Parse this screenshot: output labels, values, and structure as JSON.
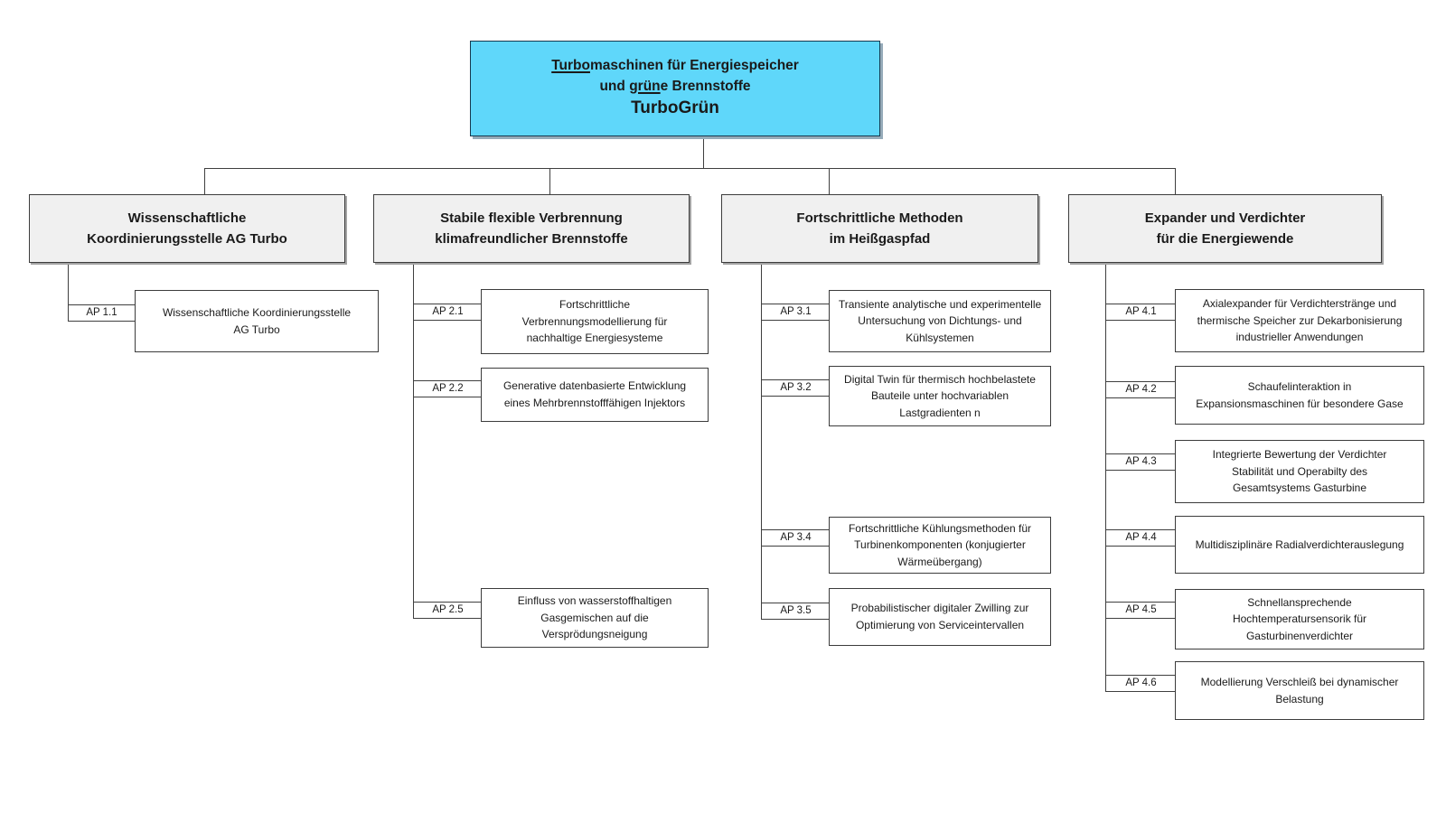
{
  "colors": {
    "root_fill": "#5FD7FA",
    "root_border": "#16384E",
    "root_shadow": "#96ABB9",
    "header_fill": "#F0F0F0",
    "box_fill": "#FFFFFF",
    "box_border": "#3C3C3C",
    "connector_line": "#3F3F3F",
    "text": "#1A1A1A",
    "background": "#FFFFFF"
  },
  "root": {
    "line1_underlined": "Turbo",
    "line1_rest": "maschinen für Energiespeicher",
    "line2_pre": "und ",
    "line2_underlined": "grün",
    "line2_rest": "e Brennstoffe",
    "acronym": "TurboGrün"
  },
  "branches": [
    {
      "header": "Wissenschaftliche\nKoordinierungsstelle AG Turbo",
      "items": [
        {
          "code": "AP 1.1",
          "text": "Wissenschaftliche Koordinierungsstelle\nAG Turbo"
        }
      ]
    },
    {
      "header": "Stabile flexible Verbrennung\nklimafreundlicher Brennstoffe",
      "items": [
        {
          "code": "AP 2.1",
          "text": "Fortschrittliche\nVerbrennungsmodellierung für\nnachhaltige Energiesysteme"
        },
        {
          "code": "AP 2.2",
          "text": "Generative datenbasierte Entwicklung\neines Mehrbrennstofffähigen Injektors"
        },
        {
          "code": "AP 2.5",
          "text": "Einfluss von wasserstoffhaltigen\nGasgemischen auf die\nVersprödungsneigung"
        }
      ]
    },
    {
      "header": "Fortschrittliche Methoden\nim Heißgaspfad",
      "items": [
        {
          "code": "AP 3.1",
          "text": "Transiente analytische und experimentelle\nUntersuchung von Dichtungs- und\nKühlsystemen"
        },
        {
          "code": "AP 3.2",
          "text": "Digital Twin für thermisch hochbelastete\nBauteile unter hochvariablen\nLastgradienten n"
        },
        {
          "code": "AP 3.4",
          "text": "Fortschrittliche Kühlungsmethoden für\nTurbinenkomponenten (konjugierter\nWärmeübergang)"
        },
        {
          "code": "AP 3.5",
          "text": "Probabilistischer digitaler Zwilling zur\nOptimierung von Serviceintervallen"
        }
      ]
    },
    {
      "header": "Expander und Verdichter\nfür die Energiewende",
      "items": [
        {
          "code": "AP 4.1",
          "text": "Axialexpander für Verdichterstränge und\nthermische Speicher zur Dekarbonisierung\nindustrieller Anwendungen"
        },
        {
          "code": "AP 4.2",
          "text": "Schaufelinteraktion in\nExpansionsmaschinen für besondere Gase"
        },
        {
          "code": "AP 4.3",
          "text": "Integrierte Bewertung der Verdichter\nStabilität und Operabilty des\nGesamtsystems Gasturbine"
        },
        {
          "code": "AP 4.4",
          "text": "Multidisziplinäre Radialverdichterauslegung"
        },
        {
          "code": "AP 4.5",
          "text": "Schnellansprechende\nHochtemperatursensorik für\nGasturbinenverdichter"
        },
        {
          "code": "AP 4.6",
          "text": "Modellierung Verschleiß bei dynamischer\nBelastung"
        }
      ]
    }
  ]
}
